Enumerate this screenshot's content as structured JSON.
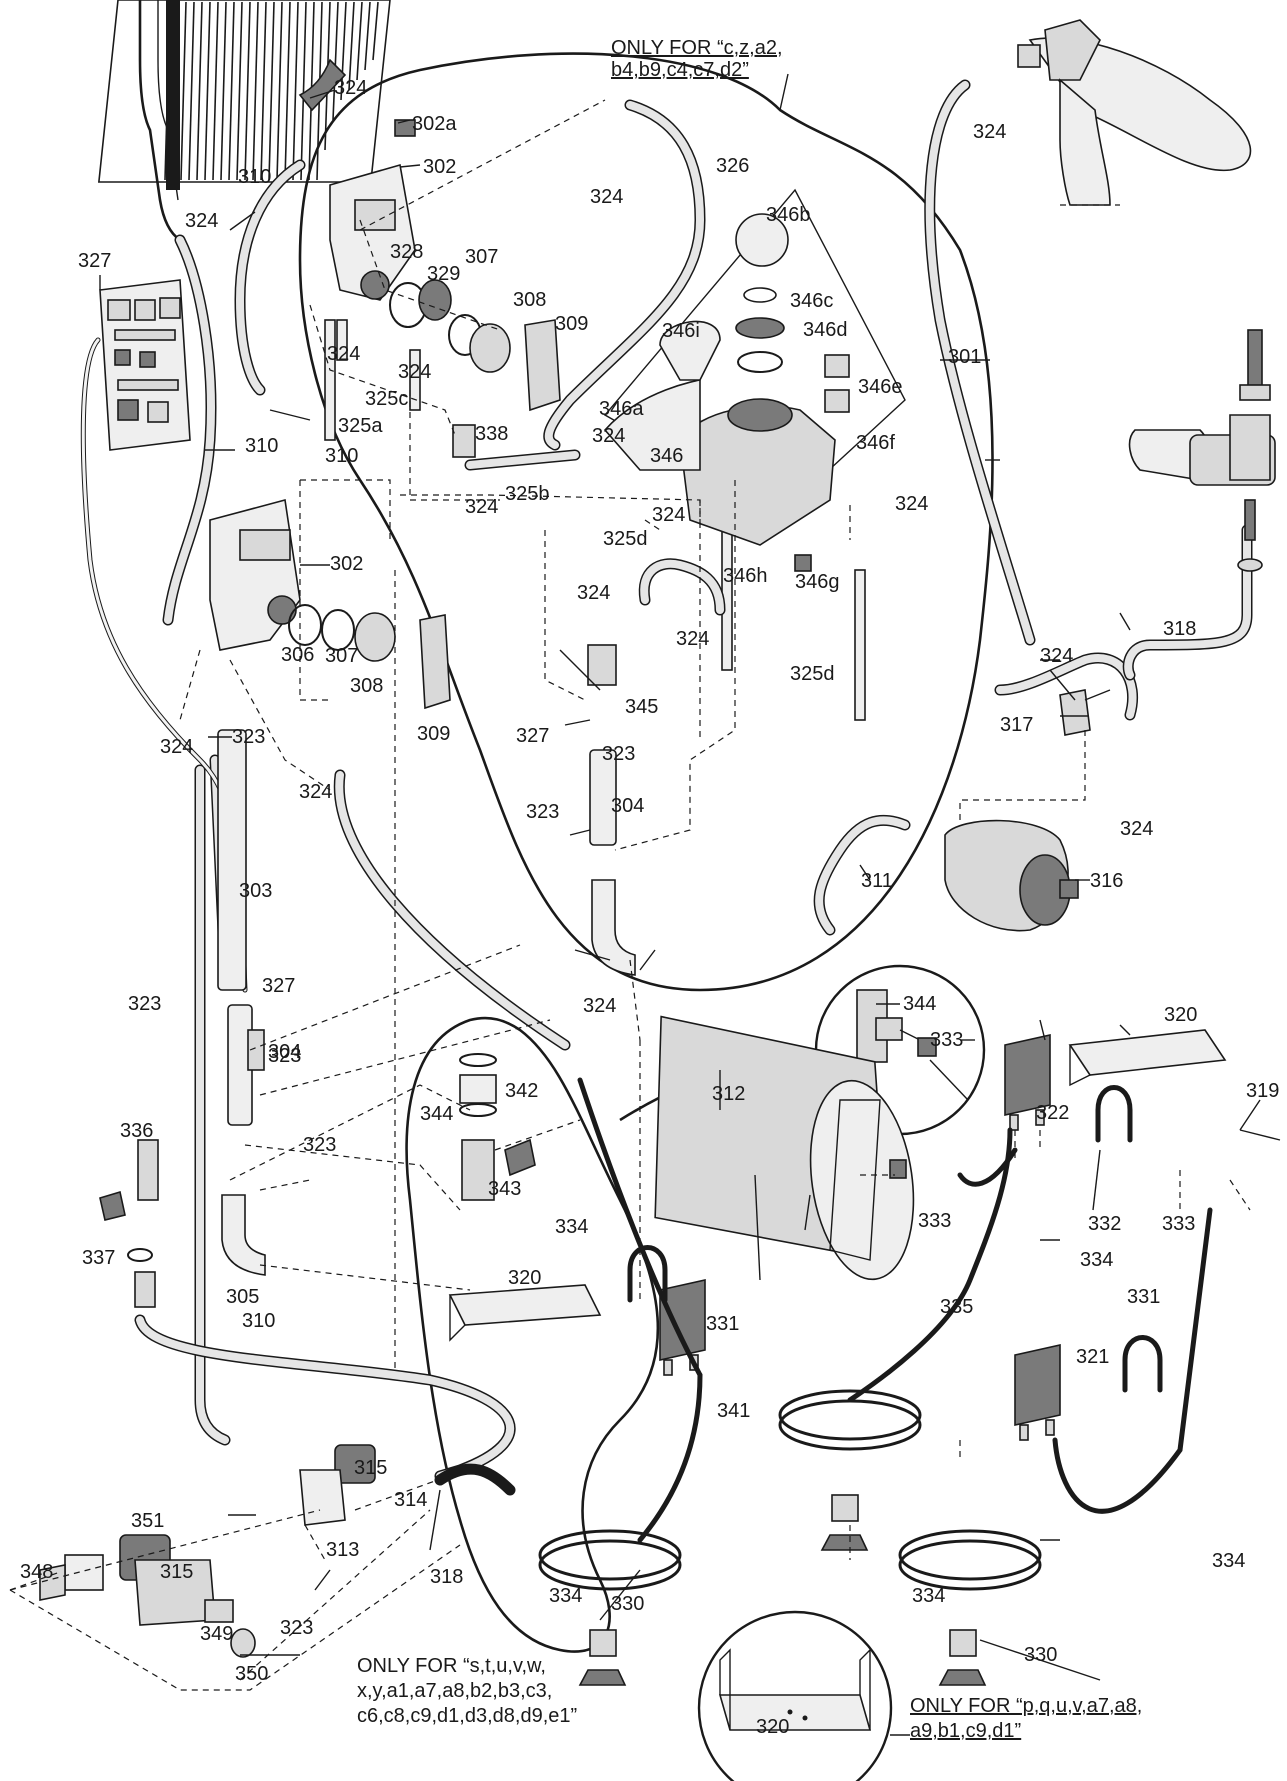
{
  "notes": {
    "only_for_c": [
      "ONLY FOR “c,z,a2,",
      "b4,b9,c4,c7,d2”"
    ],
    "only_for_s": [
      "ONLY FOR “s,t,u,v,w,",
      "x,y,a1,a7,a8,b2,b3,c3,",
      "c6,c8,c9,d1,d3,d8,d9,e1”"
    ],
    "only_for_p": [
      "ONLY FOR “p,q,u,v,a7,a8,",
      "a9,b1,c9,d1”"
    ]
  },
  "labels": [
    {
      "id": "l302a",
      "text": "302a"
    },
    {
      "id": "l302top",
      "text": "302"
    },
    {
      "id": "l324a",
      "text": "324"
    },
    {
      "id": "l324b",
      "text": "324"
    },
    {
      "id": "l324c",
      "text": "324"
    },
    {
      "id": "l324d",
      "text": "324"
    },
    {
      "id": "l324e",
      "text": "324"
    },
    {
      "id": "l324f",
      "text": "324"
    },
    {
      "id": "l324g",
      "text": "324"
    },
    {
      "id": "l324h",
      "text": "324"
    },
    {
      "id": "l324i",
      "text": "324"
    },
    {
      "id": "l324j",
      "text": "324"
    },
    {
      "id": "l324k",
      "text": "324"
    },
    {
      "id": "l324l",
      "text": "324"
    },
    {
      "id": "l324m",
      "text": "324"
    },
    {
      "id": "l324n",
      "text": "324"
    },
    {
      "id": "l324o",
      "text": "324"
    },
    {
      "id": "l324p",
      "text": "324"
    },
    {
      "id": "l324q",
      "text": "324"
    },
    {
      "id": "l310a",
      "text": "310"
    },
    {
      "id": "l310b",
      "text": "310"
    },
    {
      "id": "l310c",
      "text": "310"
    },
    {
      "id": "l310d",
      "text": "310"
    },
    {
      "id": "l327a",
      "text": "327"
    },
    {
      "id": "l327b",
      "text": "327"
    },
    {
      "id": "l327c",
      "text": "327"
    },
    {
      "id": "l326",
      "text": "326"
    },
    {
      "id": "l328",
      "text": "328"
    },
    {
      "id": "l329",
      "text": "329"
    },
    {
      "id": "l307a",
      "text": "307"
    },
    {
      "id": "l307b",
      "text": "307"
    },
    {
      "id": "l308a",
      "text": "308"
    },
    {
      "id": "l308b",
      "text": "308"
    },
    {
      "id": "l309a",
      "text": "309"
    },
    {
      "id": "l309b",
      "text": "309"
    },
    {
      "id": "l325a",
      "text": "325a"
    },
    {
      "id": "l325b",
      "text": "325b"
    },
    {
      "id": "l325c",
      "text": "325c"
    },
    {
      "id": "l325d1",
      "text": "325d"
    },
    {
      "id": "l325d2",
      "text": "325d"
    },
    {
      "id": "l338",
      "text": "338"
    },
    {
      "id": "l346",
      "text": "346"
    },
    {
      "id": "l346a",
      "text": "346a"
    },
    {
      "id": "l346b",
      "text": "346b"
    },
    {
      "id": "l346c",
      "text": "346c"
    },
    {
      "id": "l346d",
      "text": "346d"
    },
    {
      "id": "l346e",
      "text": "346e"
    },
    {
      "id": "l346f",
      "text": "346f"
    },
    {
      "id": "l346g",
      "text": "346g"
    },
    {
      "id": "l346h",
      "text": "346h"
    },
    {
      "id": "l346i",
      "text": "346i"
    },
    {
      "id": "l301",
      "text": "301"
    },
    {
      "id": "l302mid",
      "text": "302"
    },
    {
      "id": "l306",
      "text": "306"
    },
    {
      "id": "l323a",
      "text": "323"
    },
    {
      "id": "l323b",
      "text": "323"
    },
    {
      "id": "l323c",
      "text": "323"
    },
    {
      "id": "l323d",
      "text": "323"
    },
    {
      "id": "l323e",
      "text": "323"
    },
    {
      "id": "l323f",
      "text": "323"
    },
    {
      "id": "l323g",
      "text": "323"
    },
    {
      "id": "l345",
      "text": "345"
    },
    {
      "id": "l304a",
      "text": "304"
    },
    {
      "id": "l304b",
      "text": "304"
    },
    {
      "id": "l303",
      "text": "303"
    },
    {
      "id": "l317",
      "text": "317"
    },
    {
      "id": "l318a",
      "text": "318"
    },
    {
      "id": "l318b",
      "text": "318"
    },
    {
      "id": "l311",
      "text": "311"
    },
    {
      "id": "l316",
      "text": "316"
    },
    {
      "id": "l344a",
      "text": "344"
    },
    {
      "id": "l344b",
      "text": "344"
    },
    {
      "id": "l333a",
      "text": "333"
    },
    {
      "id": "l333b",
      "text": "333"
    },
    {
      "id": "l333c",
      "text": "333"
    },
    {
      "id": "l320a",
      "text": "320"
    },
    {
      "id": "l320b",
      "text": "320"
    },
    {
      "id": "l320c",
      "text": "320"
    },
    {
      "id": "l319",
      "text": "319"
    },
    {
      "id": "l312",
      "text": "312"
    },
    {
      "id": "l322",
      "text": "322"
    },
    {
      "id": "l342",
      "text": "342"
    },
    {
      "id": "l343",
      "text": "343"
    },
    {
      "id": "l336",
      "text": "336"
    },
    {
      "id": "l337",
      "text": "337"
    },
    {
      "id": "l305",
      "text": "305"
    },
    {
      "id": "l332",
      "text": "332"
    },
    {
      "id": "l334a",
      "text": "334"
    },
    {
      "id": "l334b",
      "text": "334"
    },
    {
      "id": "l334c",
      "text": "334"
    },
    {
      "id": "l334d",
      "text": "334"
    },
    {
      "id": "l334e",
      "text": "334"
    },
    {
      "id": "l331a",
      "text": "331"
    },
    {
      "id": "l331b",
      "text": "331"
    },
    {
      "id": "l335",
      "text": "335"
    },
    {
      "id": "l341",
      "text": "341"
    },
    {
      "id": "l321",
      "text": "321"
    },
    {
      "id": "l351",
      "text": "351"
    },
    {
      "id": "l315a",
      "text": "315"
    },
    {
      "id": "l315b",
      "text": "315"
    },
    {
      "id": "l314",
      "text": "314"
    },
    {
      "id": "l348",
      "text": "348"
    },
    {
      "id": "l349",
      "text": "349"
    },
    {
      "id": "l350",
      "text": "350"
    },
    {
      "id": "l313",
      "text": "313"
    },
    {
      "id": "l330a",
      "text": "330"
    },
    {
      "id": "l330b",
      "text": "330"
    }
  ]
}
